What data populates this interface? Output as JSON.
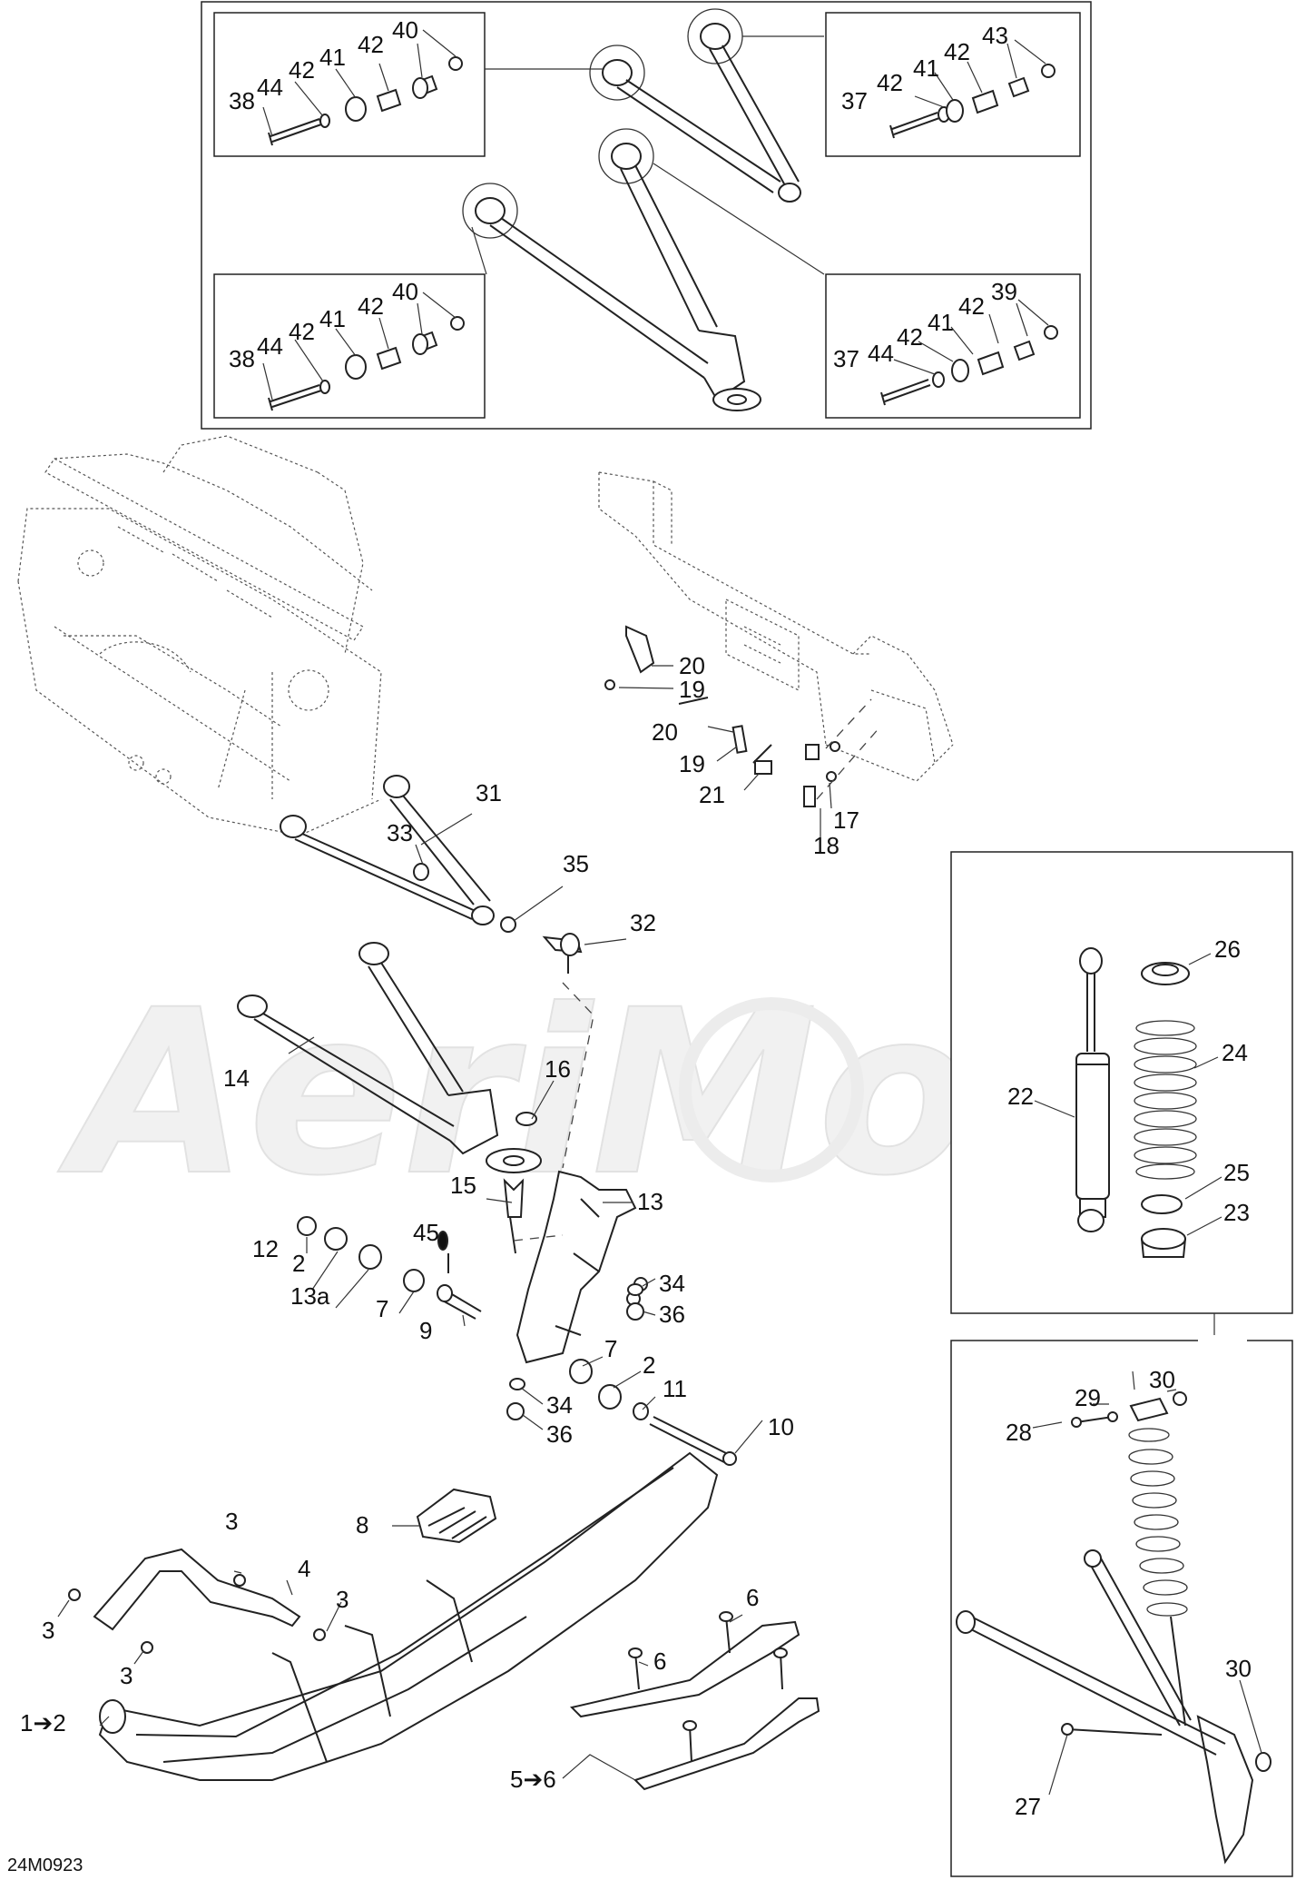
{
  "diagram_code": "24M0923",
  "watermark": "AeriMoto",
  "callouts": {
    "c1a": "40",
    "c1b": "42",
    "c1c": "41",
    "c1d": "42",
    "c1e": "44",
    "c1f": "38",
    "c2a": "43",
    "c2b": "42",
    "c2c": "41",
    "c2d": "42",
    "c2e": "37",
    "c3a": "40",
    "c3b": "42",
    "c3c": "41",
    "c3d": "42",
    "c3e": "44",
    "c3f": "38",
    "c4a": "39",
    "c4b": "42",
    "c4c": "41",
    "c4d": "42",
    "c4e": "44",
    "c4f": "37",
    "n20a": "20",
    "n19a": "19",
    "n20b": "20",
    "n19b": "19",
    "n21": "21",
    "n17": "17",
    "n18": "18",
    "n31": "31",
    "n33": "33",
    "n35": "35",
    "n32": "32",
    "n14": "14",
    "n16": "16",
    "n15": "15",
    "n13": "13",
    "n12": "12",
    "n2a": "2",
    "n13a": "13a",
    "n45": "45",
    "n7a": "7",
    "n9": "9",
    "n34a": "34",
    "n36a": "36",
    "n7b": "7",
    "n2b": "2",
    "n11": "11",
    "n34b": "34",
    "n36b": "36",
    "n10": "10",
    "n26": "26",
    "n24": "24",
    "n22": "22",
    "n25": "25",
    "n23": "23",
    "n29": "29",
    "n30a": "30",
    "n28": "28",
    "n30b": "30",
    "n27": "27",
    "n8": "8",
    "n3a": "3",
    "n4": "4",
    "n3b": "3",
    "n3c": "3",
    "n3d": "3",
    "n6a": "6",
    "n6b": "6",
    "n12arrow": "1➔2",
    "n56arrow": "5➔6"
  }
}
